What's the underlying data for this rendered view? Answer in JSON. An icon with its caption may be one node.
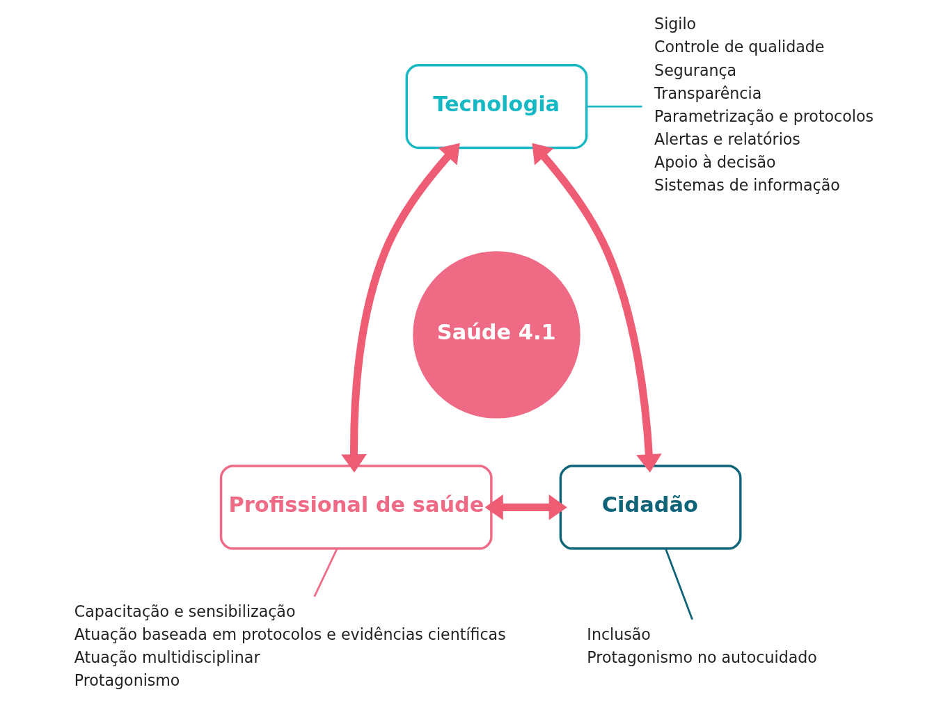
{
  "diagram": {
    "nodes": [
      {
        "text": [
          "Tecnologia"
        ]
      },
      {
        "text": [
          "Sigilo",
          "Controle de qualidade",
          "Segurança",
          "Transparência",
          "Parametrização e protocolos",
          "Alertas e relatórios",
          "Apoio à decisão",
          "Sistemas de informação"
        ]
      },
      {
        "text": [
          "Saúde 4.1"
        ]
      },
      {
        "text": [
          "Profissional de saúde"
        ]
      },
      {
        "text": [
          "Cidadão"
        ]
      },
      {
        "text": [
          "Capacitação e sensibilização",
          "Atuação baseada em protocolos e evidências científicas",
          "Atuação multidisciplinar",
          "Protagonismo"
        ]
      },
      {
        "text": [
          "Inclusão",
          "Protagonismo no autocuidado"
        ]
      }
    ],
    "edges": [
      {
        "from": 0,
        "to": 1,
        "arrow": "none",
        "color": "#16b8c4"
      },
      {
        "from": 0,
        "to": 3,
        "arrow": "both",
        "style": "thick"
      },
      {
        "from": 0,
        "to": 4,
        "arrow": "both",
        "style": "thick"
      },
      {
        "from": 3,
        "to": 4,
        "arrow": "both",
        "style": "thick"
      },
      {
        "from": 3,
        "to": 5,
        "arrow": "none",
        "color": "#ef6a85"
      },
      {
        "from": 4,
        "to": 6,
        "arrow": "none",
        "color": "#0f6479"
      }
    ]
  }
}
